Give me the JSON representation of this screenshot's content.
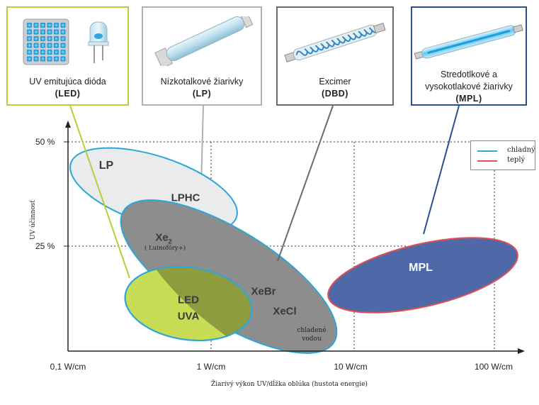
{
  "top_boxes": [
    {
      "id": "led",
      "name": "UV emitujúca dióda",
      "code": "(LED)",
      "border_color": "#b7cf3a"
    },
    {
      "id": "lp",
      "name": "Nízkotalkové žiarivky",
      "code": "(LP)",
      "border_color": "#b0b0b0"
    },
    {
      "id": "dbd",
      "name": "Excimer",
      "code": "(DBD)",
      "border_color": "#6b6b6b"
    },
    {
      "id": "mpl",
      "name_line1": "Stredotlkové a",
      "name_line2": "vysokotlakové žiarivky",
      "code": "(MPL)",
      "border_color": "#2c4f8f"
    }
  ],
  "chart_data": {
    "type": "scatter",
    "x_ticks": [
      "0,1 W/cm",
      "1 W/cm",
      "10 W/cm",
      "100 W/cm"
    ],
    "y_ticks": [
      "50 %",
      "25 %"
    ],
    "xlabel": "Žiarivý výkon UV/dĺžka oblúka (hustota energie)",
    "ylabel": "UV účinnosť",
    "x_scale": "log",
    "grid": "dotted at 50 % and 25 %, and at 1, 10, 100 W/cm",
    "legend": {
      "placement": "top-right",
      "entries": [
        {
          "label": "chladný",
          "color": "#2aa7d8"
        },
        {
          "label": "teplý",
          "color": "#e05050"
        }
      ]
    },
    "regions": [
      {
        "labels": [
          "LP",
          "LPHC"
        ],
        "fill": "#e9ebed",
        "border": "cold"
      },
      {
        "labels": [
          "Xe2 ( Luinofóry+)",
          "XeBr",
          "XeCl",
          "chladené vodou"
        ],
        "fill": "#8d8d8d",
        "border": "cold"
      },
      {
        "labels": [
          "LED",
          "UVA"
        ],
        "fill": "#c8dc56",
        "border": "cold"
      },
      {
        "labels": [
          "MPL"
        ],
        "fill": "#4f68a8",
        "border": "warm"
      }
    ]
  },
  "labels": {
    "lp": "LP",
    "lphc": "LPHC",
    "xe2_main": "Xe",
    "xe2_sub": "2",
    "xe2_note": "( Luinofóry+)",
    "xebr": "XeBr",
    "xecl": "XeCl",
    "water1": "chladené",
    "water2": "vodou",
    "led": "LED",
    "uva": "UVA",
    "mpl": "MPL"
  }
}
